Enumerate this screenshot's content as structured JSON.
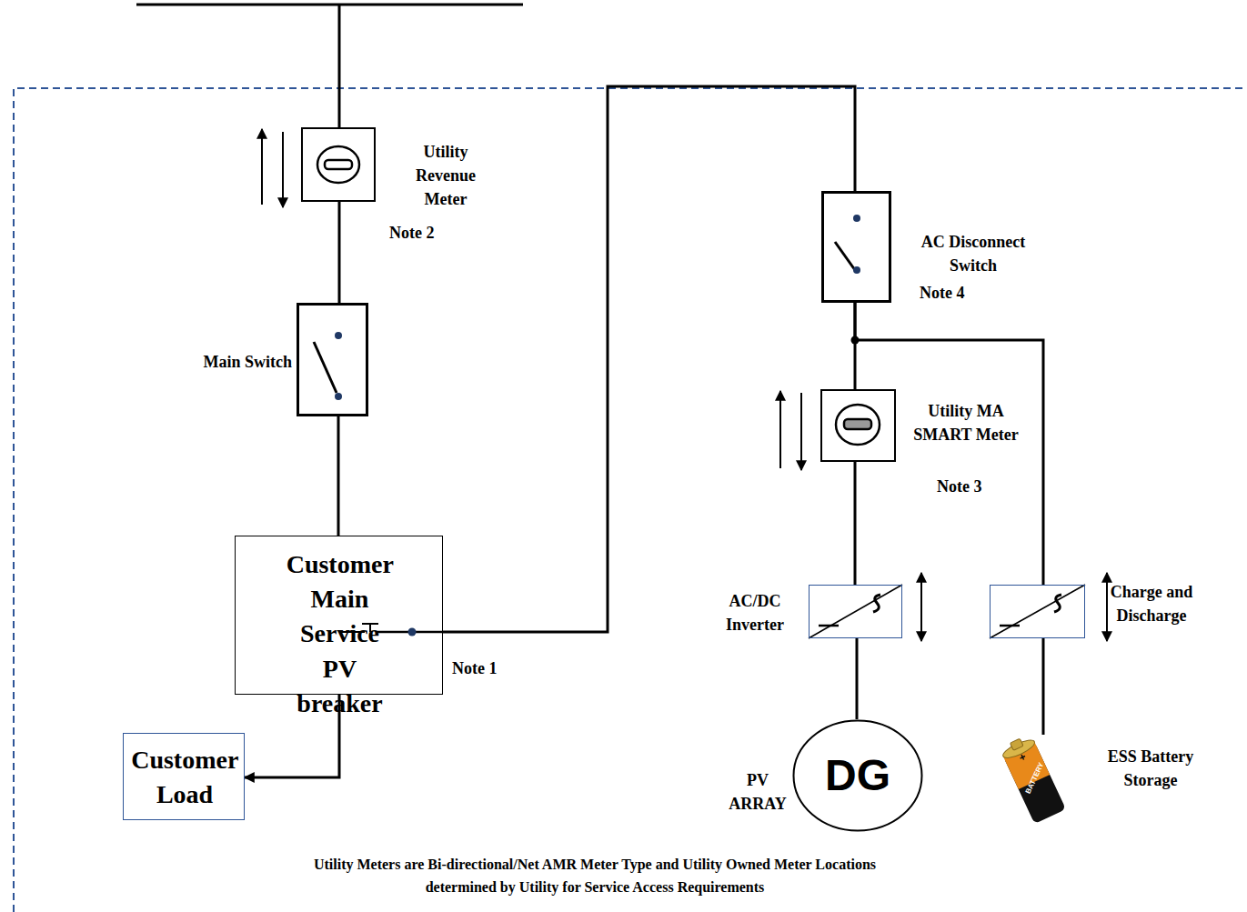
{
  "diagram": {
    "nodes": [
      {
        "text": [
          "Utility Revenue Meter"
        ]
      },
      {
        "text": [
          "Main Switch"
        ]
      },
      {
        "text": [
          "Customer Main Service",
          "PV breaker"
        ]
      },
      {
        "text": [
          "Customer Load"
        ]
      },
      {
        "text": [
          "AC Disconnect Switch"
        ]
      },
      {
        "text": [
          "Utility MA SMART Meter"
        ]
      },
      {
        "text": [
          "AC/DC Inverter"
        ]
      },
      {
        "text": [
          "Charge and Discharge"
        ]
      },
      {
        "text": [
          "DG",
          "PV ARRAY"
        ]
      },
      {
        "text": [
          "ESS Battery Storage"
        ]
      }
    ],
    "edges": [
      {
        "from": 0,
        "to": 1,
        "arrow": "none"
      },
      {
        "from": 1,
        "to": 2,
        "arrow": "none"
      },
      {
        "from": 2,
        "to": 3,
        "arrow": "to"
      },
      {
        "from": 2,
        "to": 4,
        "arrow": "none"
      },
      {
        "from": 4,
        "to": 5,
        "arrow": "none"
      },
      {
        "from": 4,
        "to": 7,
        "arrow": "none"
      },
      {
        "from": 5,
        "to": 6,
        "arrow": "none"
      },
      {
        "from": 6,
        "to": 8,
        "arrow": "none"
      },
      {
        "from": 7,
        "to": 9,
        "arrow": "none"
      }
    ],
    "labels": [
      "Note 2",
      "Note 1",
      "Note 4",
      "Note 3",
      "Utility Meters are Bi-directional/Net AMR Meter Type and Utility Owned Meter Locations determined by Utility for Service Access Requirements",
      "BATTERY"
    ]
  }
}
